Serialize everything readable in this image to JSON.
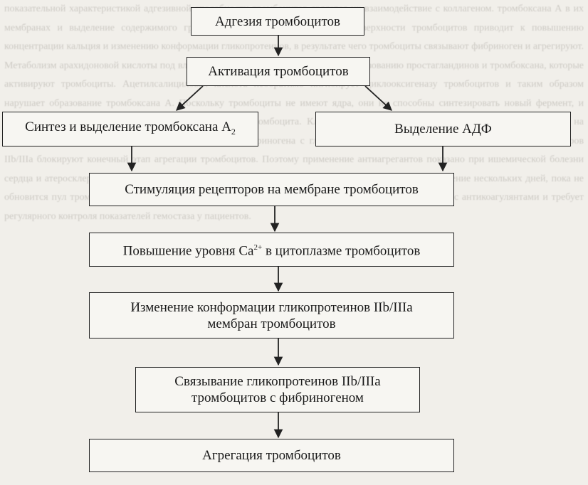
{
  "background_text": "показательной характеристикой адгезивной способности тромбоцитов является их взаимодействие с коллагеном. тромбоксана А в их мембранах и выделение содержимого гранул. Стимуляция рецепторов на поверхности тромбоцитов приводит к повышению концентрации кальция и изменению конформации гликопротеинов, в результате чего тромбоциты связывают фибриноген и агрегируют. Метаболизм арахидоновой кислоты под влиянием циклооксигеназы приводит к образованию простагландинов и тромбоксана, которые активируют тромбоциты. Ацетилсалициловая кислота необратимо ингибирует циклооксигеназу тромбоцитов и таким образом нарушает образование тромбоксана А. Поскольку тромбоциты не имеют ядра, они не способны синтезировать новый фермент, и эффект препарата сохраняется в течение всей жизни тромбоцита. Клопидогрел и тиклопидин блокируют рецепторы к АДФ на мембране тромбоцитов и препятствуют связыванию фибриногена с гликопротеинами. Антагонисты гликопротеиновых рецепторов IIb/IIIa блокируют конечный этап агрегации тромбоцитов. Поэтому применение антиагрегантов показано при ишемической болезни сердца и атеросклерозе. Препараты назначают длительно, их действие сохраняется после отмены в течение нескольких дней, пока не обновится пул тромбоцитов в кровотоке. Риск кровотечений возрастает при сочетании антиагрегантов с антикоагулянтами и требует регулярного контроля показателей гемостаза у пациентов.",
  "diagram": {
    "nodes": [
      {
        "id": "adhesion",
        "text": "Адгезия тромбоцитов"
      },
      {
        "id": "activation",
        "text": "Активация тромбоцитов"
      },
      {
        "id": "thromboxane",
        "text_main": "Синтез и выделение тромбоксана А",
        "text_sub": "2"
      },
      {
        "id": "adp",
        "text": "Выделение АДФ"
      },
      {
        "id": "receptors",
        "text": "Стимуляция рецепторов на мембране тромбоцитов"
      },
      {
        "id": "calcium",
        "text_before": "Повышение уровня Са",
        "text_sup": "2+",
        "text_after": " в цитоплазме тромбоцитов"
      },
      {
        "id": "conformation",
        "line1": "Изменение конформации гликопротеинов IIb/IIIa",
        "line2": "мембран тромбоцитов"
      },
      {
        "id": "binding",
        "line1": "Связывание гликопротеинов IIb/IIIa",
        "line2": "тромбоцитов с фибриногеном"
      },
      {
        "id": "aggregation",
        "text": "Агрегация тромбоцитов"
      }
    ],
    "edges": [
      {
        "from": "adhesion",
        "to": "activation"
      },
      {
        "from": "activation",
        "to": "thromboxane"
      },
      {
        "from": "activation",
        "to": "adp"
      },
      {
        "from": "thromboxane",
        "to": "receptors"
      },
      {
        "from": "adp",
        "to": "receptors"
      },
      {
        "from": "receptors",
        "to": "calcium"
      },
      {
        "from": "calcium",
        "to": "conformation"
      },
      {
        "from": "conformation",
        "to": "binding"
      },
      {
        "from": "binding",
        "to": "aggregation"
      }
    ]
  }
}
